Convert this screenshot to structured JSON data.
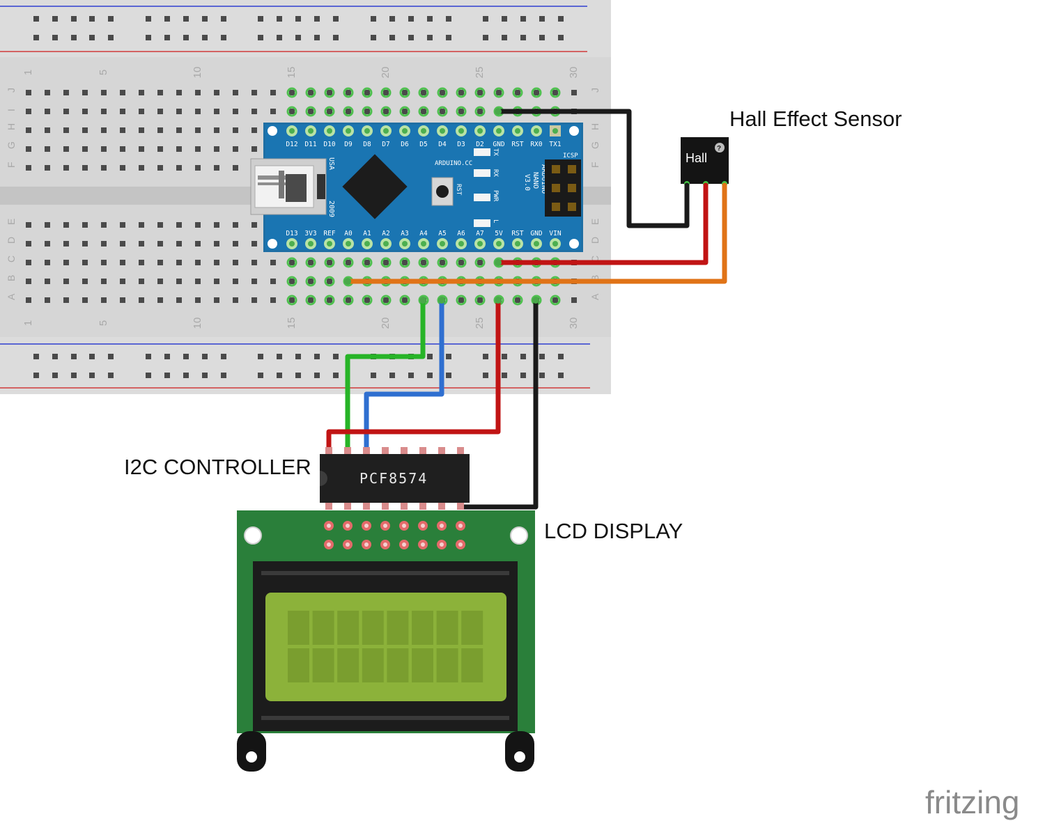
{
  "labels": {
    "hall_sensor": "Hall Effect Sensor",
    "i2c_controller": "I2C CONTROLLER",
    "lcd_display": "LCD DISPLAY",
    "watermark": "fritzing"
  },
  "breadboard": {
    "column_numbers": [
      "1",
      "5",
      "10",
      "15",
      "20",
      "25",
      "30"
    ],
    "row_letters_top": [
      "J",
      "I",
      "H",
      "G",
      "F"
    ],
    "row_letters_bottom": [
      "E",
      "D",
      "C",
      "B",
      "A"
    ]
  },
  "arduino": {
    "top_pins": [
      "D12",
      "D11",
      "D10",
      "D9",
      "D8",
      "D7",
      "D6",
      "D5",
      "D4",
      "D3",
      "D2",
      "GND",
      "RST",
      "RX0",
      "TX1"
    ],
    "bottom_pins": [
      "D13",
      "3V3",
      "REF",
      "A0",
      "A1",
      "A2",
      "A3",
      "A4",
      "A5",
      "A6",
      "A7",
      "5V",
      "RST",
      "GND",
      "VIN"
    ],
    "brand": "ARDUINO.CC",
    "model_lines": [
      "ARDUINO",
      "NANO",
      "V3.0"
    ],
    "usa": "USA",
    "year": "2009",
    "icsp": "ICSP",
    "rst_button": "RST",
    "leds": [
      "TX",
      "RX",
      "PWR",
      "L"
    ]
  },
  "hall": {
    "label": "Hall",
    "help": "?"
  },
  "pcf": {
    "label": "PCF8574"
  },
  "wire_colors": {
    "black": "#1a1a1a",
    "red": "#c11414",
    "orange": "#e07317",
    "green": "#27b427",
    "blue": "#2f6fd0"
  }
}
